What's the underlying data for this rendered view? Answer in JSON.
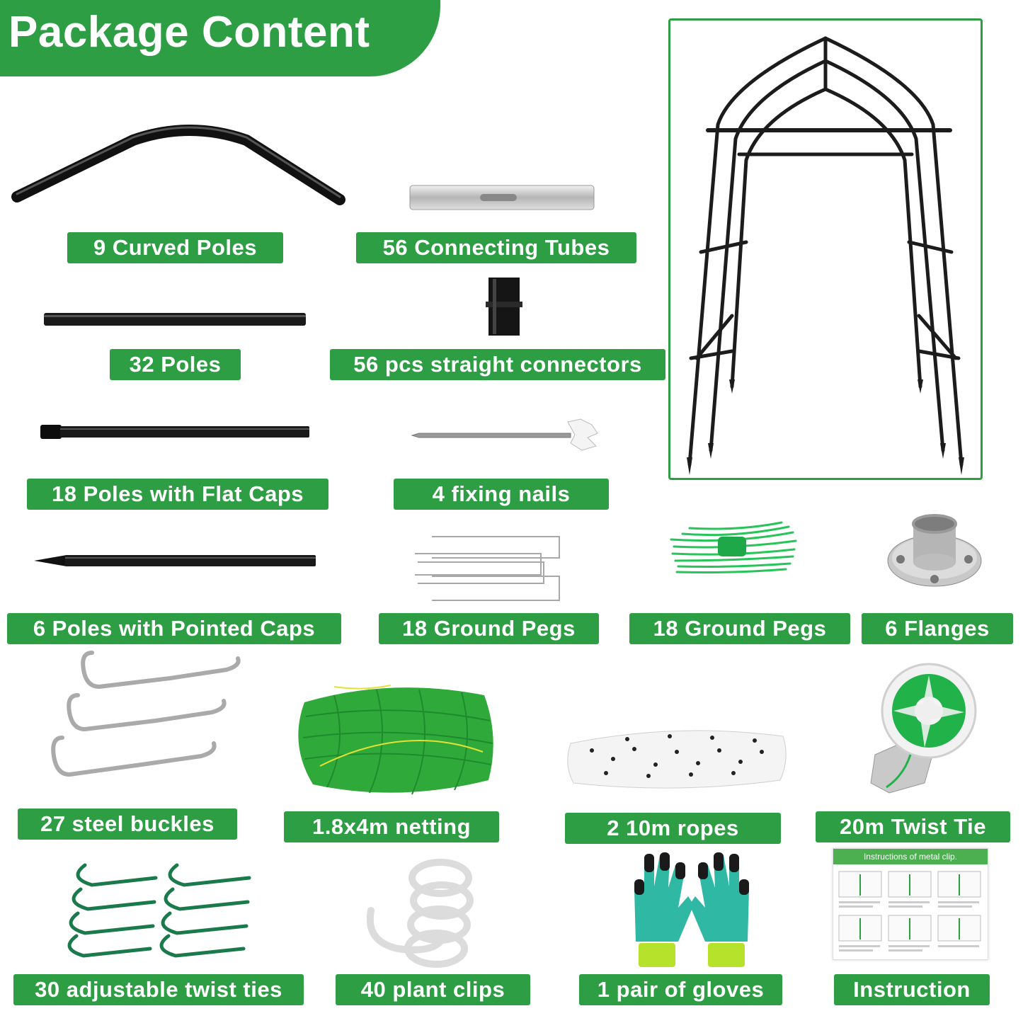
{
  "header": {
    "title": "Package Content"
  },
  "colors": {
    "brand_green": "#2e9e44",
    "pole_black": "#1c1c1c",
    "tie_green": "#27c45a"
  },
  "items": [
    {
      "label": "9 Curved Poles",
      "icon": "curved-pole-icon"
    },
    {
      "label": "56 Connecting Tubes",
      "icon": "connecting-tube-icon"
    },
    {
      "label": "32 Poles",
      "icon": "pole-icon"
    },
    {
      "label": "56 pcs straight connectors",
      "icon": "straight-connector-icon"
    },
    {
      "label": "18 Poles with Flat Caps",
      "icon": "flat-cap-pole-icon"
    },
    {
      "label": "4 fixing nails",
      "icon": "fixing-nail-icon"
    },
    {
      "label": "6 Poles with Pointed Caps",
      "icon": "pointed-cap-pole-icon"
    },
    {
      "label": "18 Ground Pegs",
      "icon": "ground-peg-icon"
    },
    {
      "label": "18 Ground Pegs",
      "icon": "cable-tie-icon"
    },
    {
      "label": "6 Flanges",
      "icon": "flange-icon"
    },
    {
      "label": "27 steel buckles",
      "icon": "steel-buckle-icon"
    },
    {
      "label": "1.8x4m netting",
      "icon": "netting-icon"
    },
    {
      "label": "2 10m ropes",
      "icon": "rope-icon"
    },
    {
      "label": "20m Twist Tie",
      "icon": "twist-tie-reel-icon"
    },
    {
      "label": "30 adjustable twist ties",
      "icon": "adjustable-twist-tie-icon"
    },
    {
      "label": "40 plant clips",
      "icon": "plant-clip-icon"
    },
    {
      "label": "1 pair of gloves",
      "icon": "gloves-icon"
    },
    {
      "label": "Instruction",
      "icon": "instruction-sheet-icon"
    }
  ],
  "assembled": {
    "icon": "assembled-arch-frame-icon"
  },
  "instruction_sheet": {
    "heading": "Instructions of metal clip."
  }
}
